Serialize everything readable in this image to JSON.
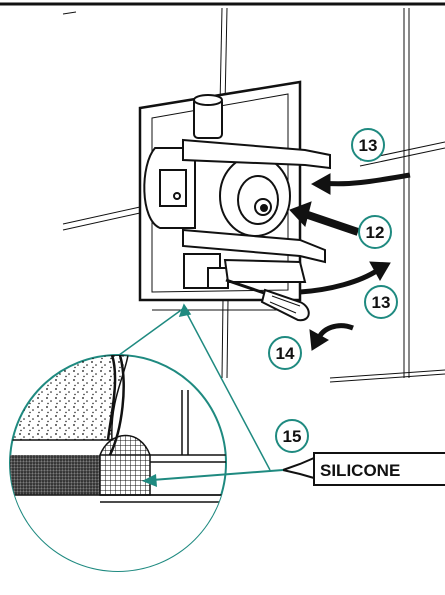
{
  "figure": {
    "steps": {
      "step_13_top": "13",
      "step_12": "12",
      "step_13_bottom": "13",
      "step_14": "14",
      "step_15": "15"
    },
    "tube_label": "SILICONE",
    "colors": {
      "callout": "#1f8a80",
      "callout_fill": "#ffffff",
      "line": "#111111"
    }
  }
}
